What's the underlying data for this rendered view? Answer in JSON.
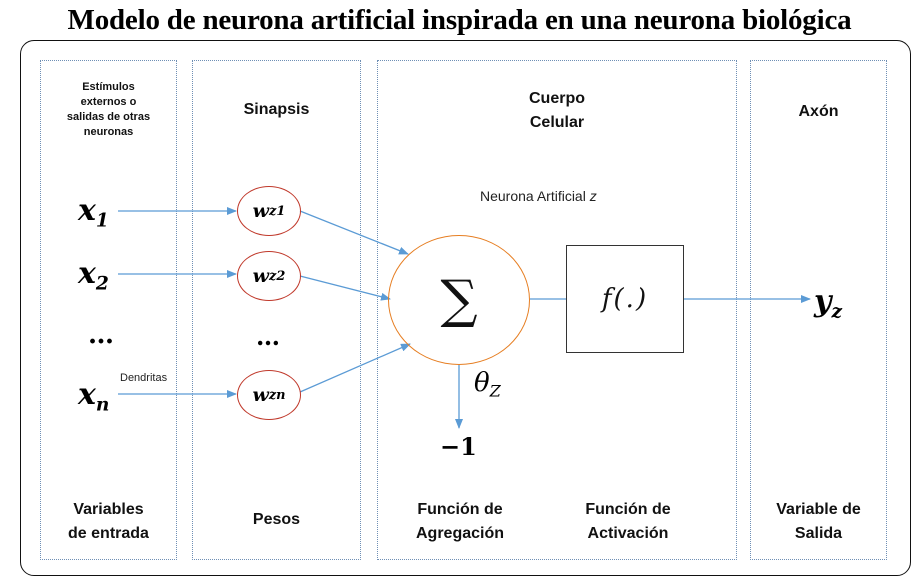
{
  "title": "Modelo de neurona artificial inspirada en una neurona biológica",
  "columns": {
    "inputs": {
      "header": [
        "Estímulos",
        "externos o",
        "salidas de otras",
        "neuronas"
      ],
      "footer": [
        "Variables",
        "de entrada"
      ]
    },
    "weights": {
      "header": "Sinapsis",
      "footer": "Pesos"
    },
    "cell_body": {
      "header": [
        "Cuerpo",
        "Celular"
      ],
      "neuron_label": "Neurona Artificial",
      "neuron_var": "z",
      "footer_aggregation": [
        "Función de",
        "Agregación"
      ],
      "footer_activation": [
        "Función de",
        "Activación"
      ]
    },
    "axon": {
      "header": "Axón",
      "footer": [
        "Variable de",
        "Salida"
      ]
    }
  },
  "inputs": [
    {
      "base": "x",
      "sub": "1"
    },
    {
      "base": "x",
      "sub": "2"
    },
    {
      "base": "x",
      "sub": "n"
    }
  ],
  "input_ellipsis": "…",
  "dendrite_label": "Dendritas",
  "weights": [
    {
      "base": "w",
      "sub": "z1"
    },
    {
      "base": "w",
      "sub": "z2"
    },
    {
      "base": "w",
      "sub": "zn"
    }
  ],
  "weight_ellipsis": "…",
  "sum_symbol": "∑",
  "activation_function": "f(.)",
  "threshold": {
    "base": "θ",
    "sub": "Z"
  },
  "bias_input": "−1",
  "output": {
    "base": "y",
    "sub": "z"
  },
  "colors": {
    "arrow": "#5b9bd5",
    "weight_circle": "#c0392b",
    "sum_circle": "#e67e22",
    "column_border": "#6f8fb5"
  }
}
